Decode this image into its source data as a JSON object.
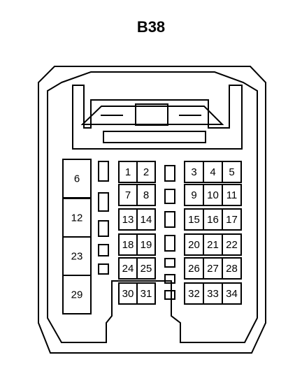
{
  "title": "B38",
  "pins": {
    "left_column": [
      "6",
      "12",
      "23",
      "29"
    ],
    "middle_grid": [
      [
        "1",
        "2"
      ],
      [
        "7",
        "8"
      ],
      [
        "13",
        "14"
      ],
      [
        "18",
        "19"
      ],
      [
        "24",
        "25"
      ],
      [
        "30",
        "31"
      ]
    ],
    "right_grid": [
      [
        "3",
        "4",
        "5"
      ],
      [
        "9",
        "10",
        "11"
      ],
      [
        "15",
        "16",
        "17"
      ],
      [
        "20",
        "21",
        "22"
      ],
      [
        "26",
        "27",
        "28"
      ],
      [
        "32",
        "33",
        "34"
      ]
    ]
  },
  "colors": {
    "outline": "#000000",
    "background": "#ffffff"
  }
}
